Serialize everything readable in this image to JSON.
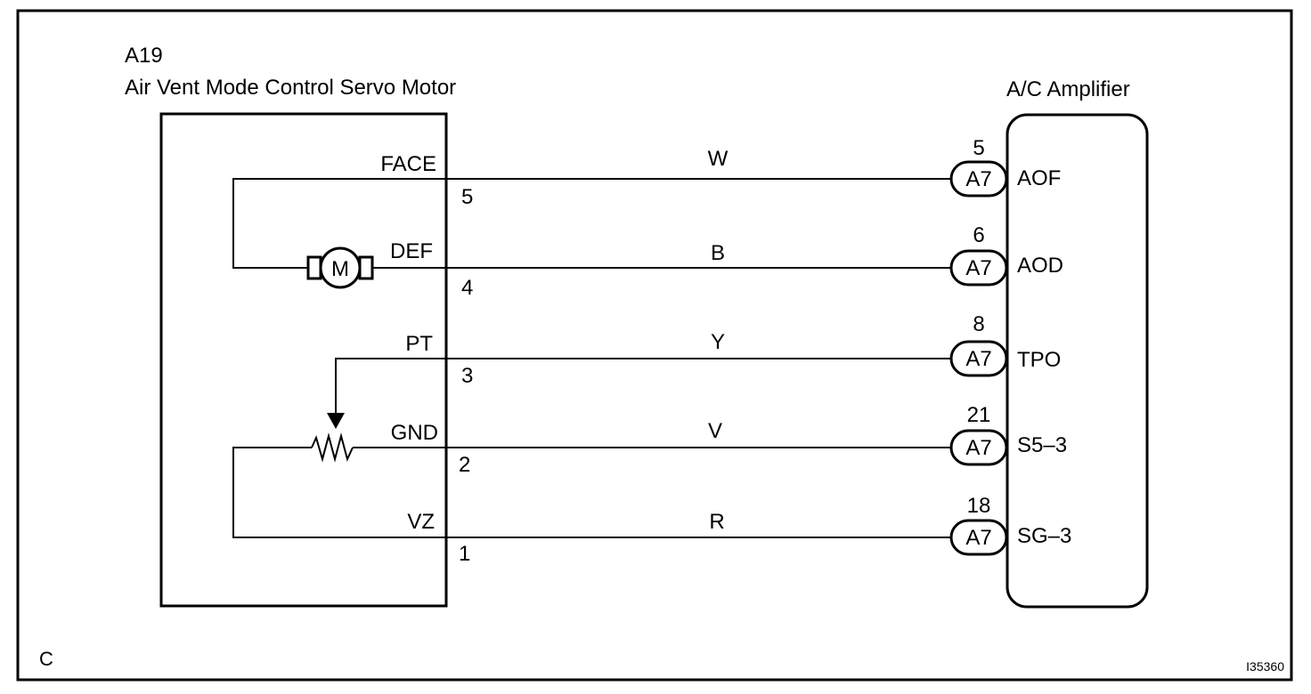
{
  "corner_label": "C",
  "figure_id": "I35360",
  "servo": {
    "code": "A19",
    "name": "Air Vent Mode Control Servo Motor",
    "motor_symbol": "M"
  },
  "amplifier": {
    "name": "A/C Amplifier",
    "connector": "A7"
  },
  "wires": [
    {
      "servo_terminal": "FACE",
      "servo_pin": "5",
      "color": "W",
      "amp_pin": "5",
      "amp_terminal": "AOF"
    },
    {
      "servo_terminal": "DEF",
      "servo_pin": "4",
      "color": "B",
      "amp_pin": "6",
      "amp_terminal": "AOD"
    },
    {
      "servo_terminal": "PT",
      "servo_pin": "3",
      "color": "Y",
      "amp_pin": "8",
      "amp_terminal": "TPO"
    },
    {
      "servo_terminal": "GND",
      "servo_pin": "2",
      "color": "V",
      "amp_pin": "21",
      "amp_terminal": "S5–3"
    },
    {
      "servo_terminal": "VZ",
      "servo_pin": "1",
      "color": "R",
      "amp_pin": "18",
      "amp_terminal": "SG–3"
    }
  ]
}
